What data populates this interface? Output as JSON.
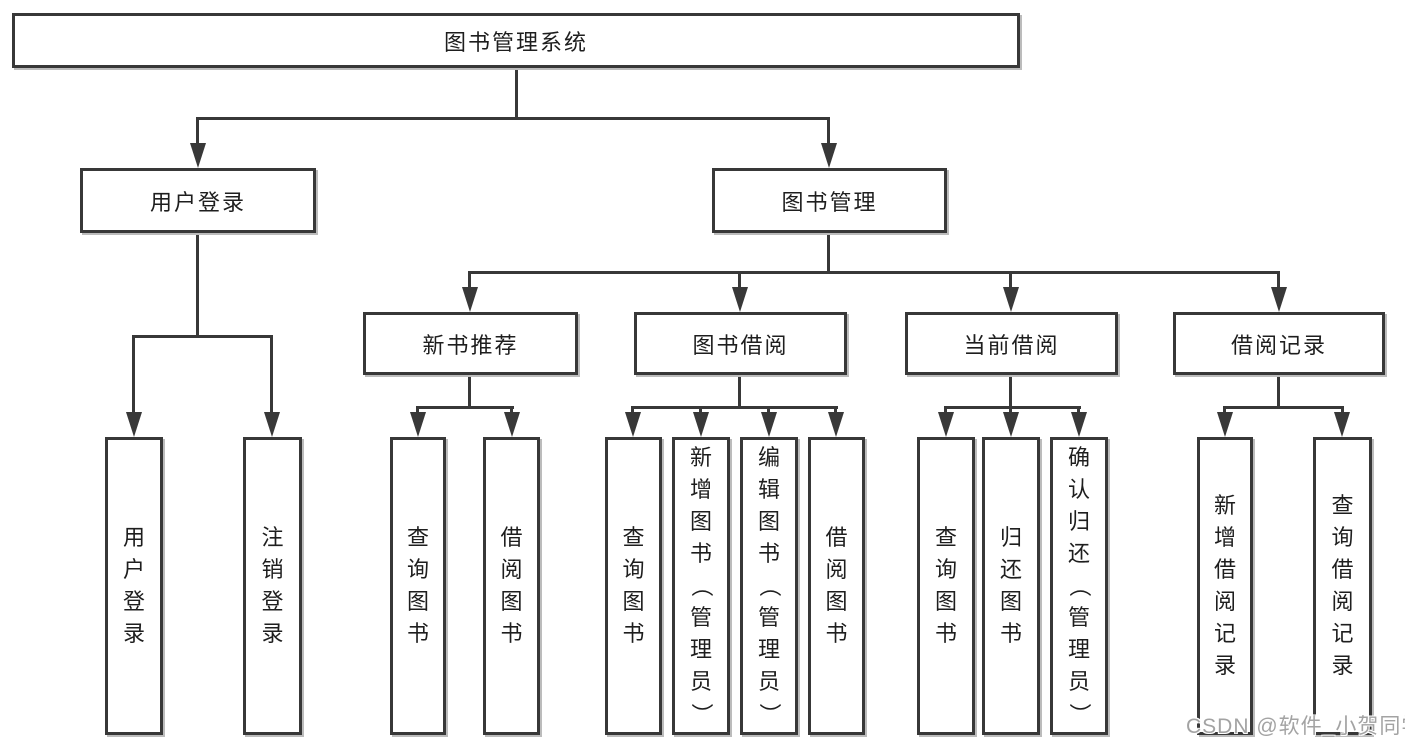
{
  "diagram": {
    "tree": {
      "label": "图书管理系统",
      "children": [
        {
          "label": "用户登录",
          "children": [
            {
              "label": "用户登录"
            },
            {
              "label": "注销登录"
            }
          ]
        },
        {
          "label": "图书管理",
          "children": [
            {
              "label": "新书推荐",
              "children": [
                {
                  "label": "查询图书"
                },
                {
                  "label": "借阅图书"
                }
              ]
            },
            {
              "label": "图书借阅",
              "children": [
                {
                  "label": "查询图书"
                },
                {
                  "label": "新增图书（管理员）"
                },
                {
                  "label": "编辑图书（管理员）"
                },
                {
                  "label": "借阅图书"
                }
              ]
            },
            {
              "label": "当前借阅",
              "children": [
                {
                  "label": "查询图书"
                },
                {
                  "label": "归还图书"
                },
                {
                  "label": "确认归还（管理员）"
                }
              ]
            },
            {
              "label": "借阅记录",
              "children": [
                {
                  "label": "新增借阅记录"
                },
                {
                  "label": "查询借阅记录"
                }
              ]
            }
          ]
        }
      ]
    },
    "watermark": "CSDN @软件_小贺同学",
    "colors": {
      "line": "#383838",
      "border": "#383838",
      "text": "#1e1e1e",
      "watermark": "#a3a3a3"
    }
  }
}
